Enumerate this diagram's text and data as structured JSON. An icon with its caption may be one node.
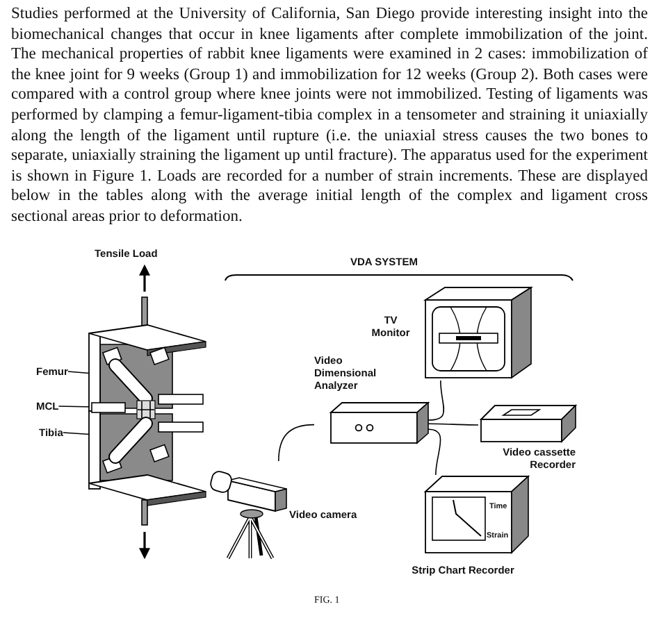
{
  "diagram": {
    "caption": "FIG. 1",
    "nodes": [
      {
        "text": [],
        "shape": "picture"
      },
      {
        "text": [],
        "shape": "picture",
        "in": 0
      },
      {
        "text": [],
        "shape": "picture",
        "in": 0
      },
      {
        "text": [],
        "shape": "picture",
        "in": 0
      },
      {
        "text": [
          "Femur"
        ]
      },
      {
        "text": [
          "MCL"
        ]
      },
      {
        "text": [
          "Tibia"
        ]
      },
      {
        "text": [
          "Video camera"
        ]
      },
      {
        "text": [
          "Video Dimensional Analyzer"
        ]
      },
      {
        "text": [
          "TV Monitor"
        ]
      },
      {
        "text": [
          "Video cassette Recorder"
        ]
      },
      {
        "text": [
          "Strip Chart Recorder"
        ]
      }
    ],
    "edges": [
      {
        "from": 4,
        "to": 1,
        "arrow": "none"
      },
      {
        "from": 5,
        "to": 2,
        "arrow": "none"
      },
      {
        "from": 6,
        "to": 3,
        "arrow": "none"
      },
      {
        "from": 7,
        "to": 8,
        "arrow": "none"
      },
      {
        "from": 8,
        "to": 9,
        "arrow": "none"
      },
      {
        "from": 8,
        "to": 10,
        "arrow": "none"
      },
      {
        "from": 8,
        "to": 11,
        "arrow": "none"
      }
    ],
    "labels": [
      "Studies performed at the University of California, San Diego provide interesting insight into the biomechanical changes that occur in knee ligaments after complete immobilization of the joint. The mechanical properties of rabbit knee ligaments were examined in 2 cases: immobilization of the knee joint for 9 weeks (Group 1) and immobilization for 12 weeks (Group 2). Both cases were compared with a control group where knee joints were not immobilized. Testing of ligaments was performed by clamping a femur-ligament-tibia complex in a tensometer and straining it uniaxially along the length of the ligament until rupture (i.e. the uniaxial stress causes the two bones to separate, uniaxially straining the ligament up until fracture). The apparatus used for the experiment is shown in Figure 1. Loads are recorded for a number of strain increments. These are displayed below in the tables along with the average initial length of the complex and ligament cross sectional areas prior to deformation.",
      "Tensile Load",
      "VDA SYSTEM",
      "Time",
      "Strain"
    ]
  }
}
